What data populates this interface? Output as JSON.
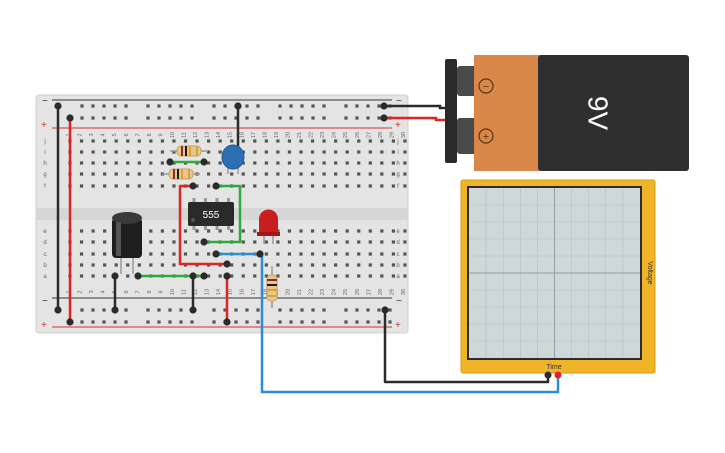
{
  "breadboard": {
    "column_numbers": [
      "1",
      "2",
      "3",
      "4",
      "5",
      "6",
      "7",
      "8",
      "9",
      "10",
      "11",
      "12",
      "13",
      "14",
      "15",
      "16",
      "17",
      "18",
      "19",
      "20",
      "21",
      "22",
      "23",
      "24",
      "25",
      "26",
      "27",
      "28",
      "29",
      "30"
    ],
    "row_letters_top": [
      "j",
      "i",
      "h",
      "g",
      "f"
    ],
    "row_letters_bottom": [
      "e",
      "d",
      "c",
      "b",
      "a"
    ],
    "rail_minus": "−",
    "rail_plus": "+"
  },
  "chip": {
    "label": "555"
  },
  "battery": {
    "voltage_label": "9V",
    "minus_symbol": "−",
    "plus_symbol": "+"
  },
  "oscilloscope": {
    "x_label": "Time",
    "y_label": "Voltage"
  },
  "colors": {
    "breadboard": "#e6e6e6",
    "rail_red": "#d62f2f",
    "rail_dark": "#333333",
    "wire_red": "#e02424",
    "wire_black": "#2b2b2b",
    "wire_green": "#2eaa3c",
    "wire_blue": "#2b8ed6",
    "battery_body": "#2f2f2f",
    "battery_label": "#d9884a",
    "scope_frame": "#f0b429",
    "scope_screen": "#cfd8d8",
    "led_red": "#c81e1e",
    "capacitor_blue": "#2c6fb3"
  }
}
